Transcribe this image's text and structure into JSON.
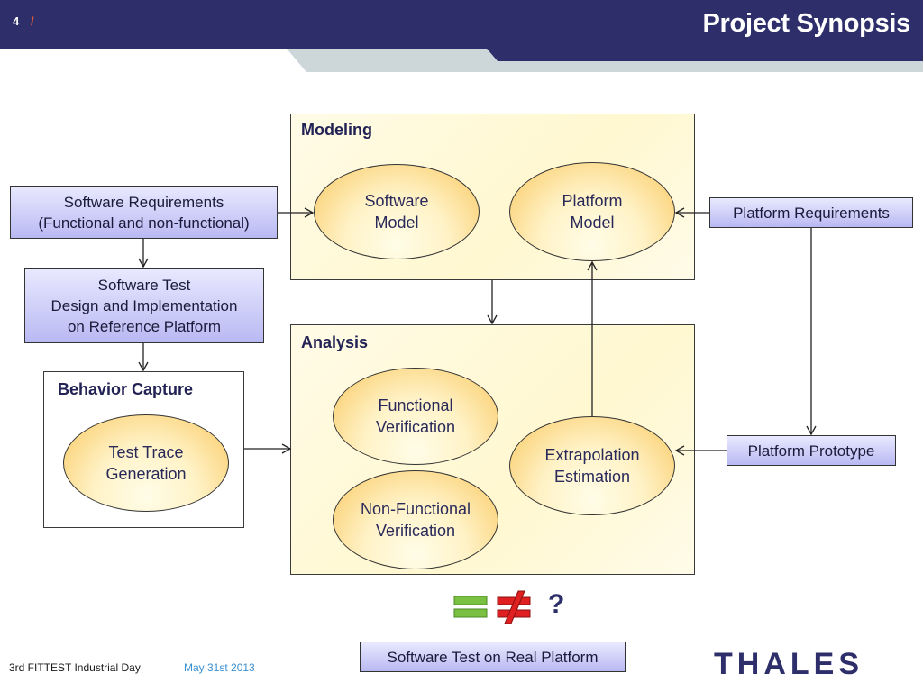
{
  "header": {
    "page_number": "4",
    "slash": "/",
    "title": "Project Synopsis"
  },
  "panels": {
    "modeling": "Modeling",
    "analysis": "Analysis",
    "behavior_capture": "Behavior Capture"
  },
  "ellipses": {
    "software_model": "Software\nModel",
    "platform_model": "Platform\nModel",
    "functional_verification": "Functional\nVerification",
    "non_functional_verification": "Non-Functional\nVerification",
    "extrapolation_estimation": "Extrapolation\nEstimation",
    "test_trace_generation": "Test Trace\nGeneration"
  },
  "boxes": {
    "software_requirements": "Software Requirements\n(Functional and non-functional)",
    "software_test_design": "Software Test\nDesign and Implementation\non Reference Platform",
    "platform_requirements": "Platform Requirements",
    "platform_prototype": "Platform Prototype",
    "software_test_real": "Software Test on Real Platform"
  },
  "comparison": {
    "question": "?"
  },
  "footer": {
    "event": "3rd FITTEST Industrial Day",
    "date": "May 31st 2013",
    "logo": "THALES"
  },
  "colors": {
    "header": "#2e2f6a",
    "stripe": "#cdd6d8",
    "date": "#3a8fd0",
    "equal": "#7ac143",
    "not_equal": "#e02020"
  }
}
